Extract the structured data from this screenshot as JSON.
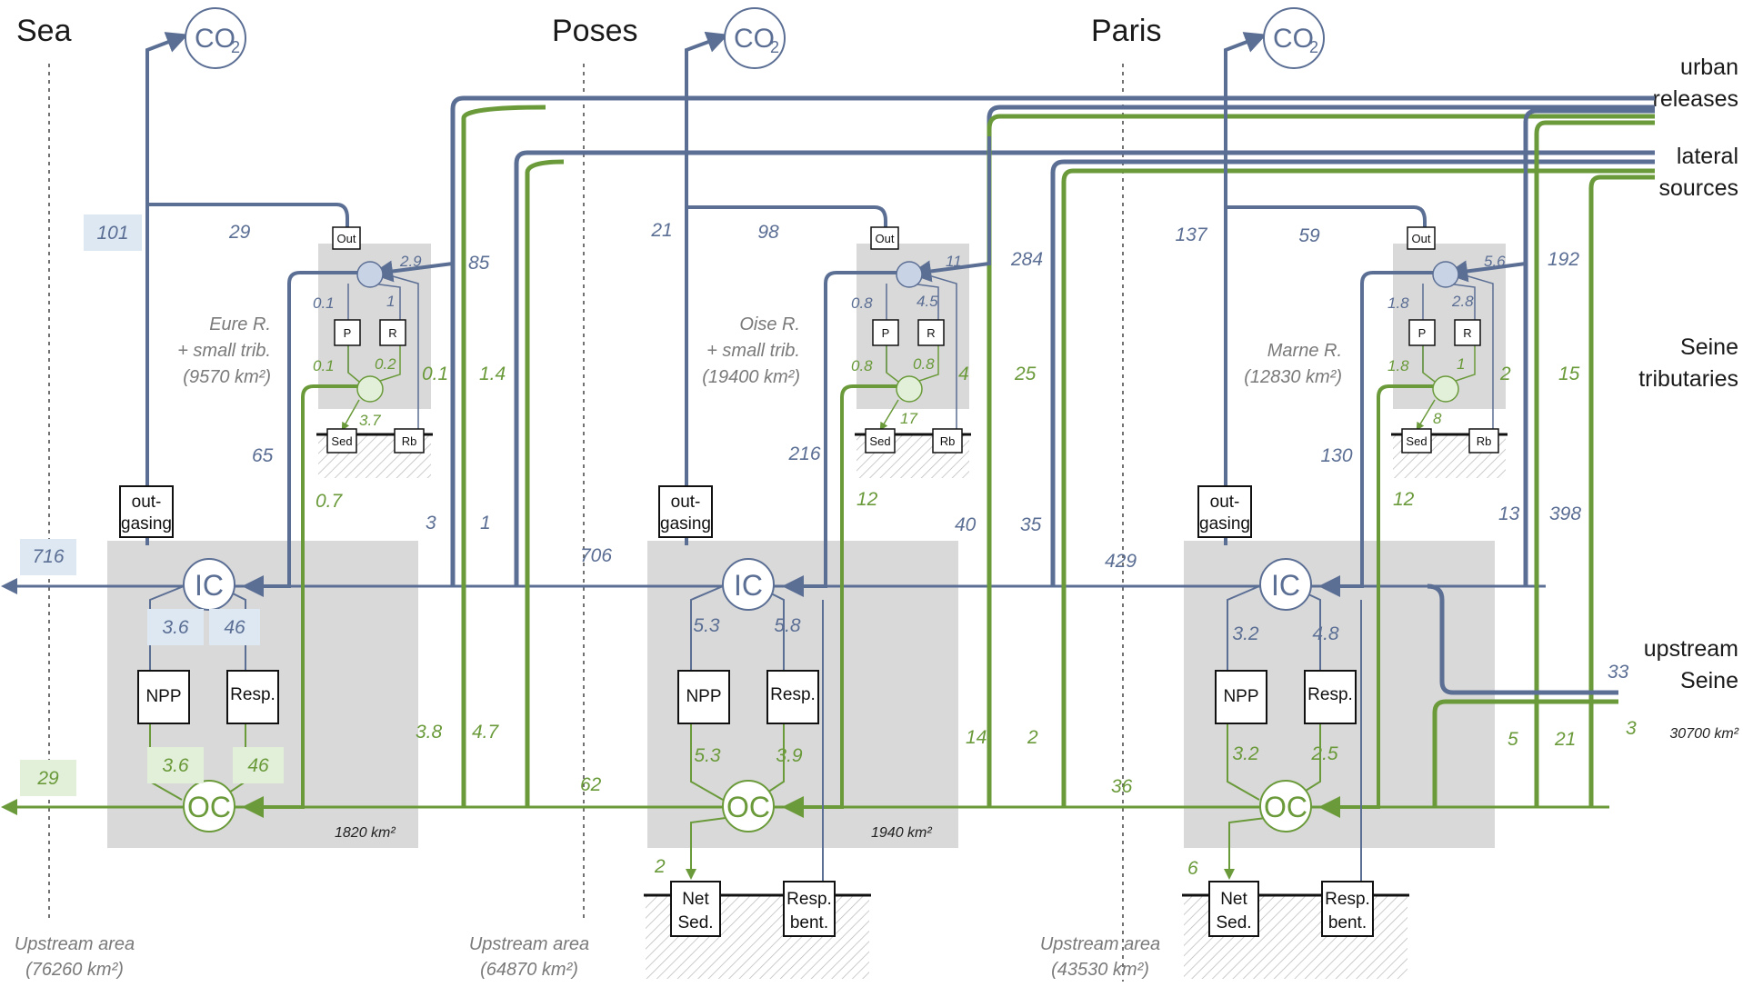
{
  "headers": {
    "sea": "Sea",
    "poses": "Poses",
    "paris": "Paris"
  },
  "co2_label": "CO",
  "co2_sub": "2",
  "right_labels": {
    "urban_1": "urban",
    "urban_2": "releases",
    "lateral_1": "lateral",
    "lateral_2": "sources",
    "trib_1": "Seine",
    "trib_2": "tributaries",
    "up_1": "upstream",
    "up_2": "Seine",
    "up_area": "30700 km²"
  },
  "upstream_area_label": "Upstream area",
  "reach1": {
    "trib_name": "Eure R.",
    "trib_small": "+ small trib.",
    "trib_area": "(9570 km²)",
    "box_area": "1820 km²",
    "upstream_area": "(76260 km²)",
    "outgassing_1": "out-",
    "outgassing_2": "gasing",
    "export_ic": "716",
    "export_oc": "29",
    "outgas_box": "101",
    "out_flux": "29",
    "ic_from_trib": "65",
    "trib_out": "2.9",
    "trib_p": "0.1",
    "trib_r": "1",
    "trib_pg": "0.1",
    "trib_rg": "0.2",
    "trib_sed": "3.7",
    "trib_urban_ic": "85",
    "trib_lat_ic": "0.1",
    "trib_lat_oc": "1.4",
    "trib_oc_out": "0.7",
    "lat_ic": "3",
    "urb_ic": "1",
    "lat_oc": "3.8",
    "urb_oc": "4.7",
    "npp_ic": "3.6",
    "resp_ic": "46",
    "npp_oc": "3.6",
    "resp_oc": "46"
  },
  "reach2": {
    "trib_name": "Oise R.",
    "trib_small": "+ small trib.",
    "trib_area": "(19400 km²)",
    "box_area": "1940 km²",
    "upstream_area": "(64870 km²)",
    "outgassing_1": "out-",
    "outgassing_2": "gasing",
    "ic_in": "706",
    "oc_in": "62",
    "outgas_flux": "21",
    "out_flux": "98",
    "ic_from_trib": "216",
    "trib_out": "11",
    "trib_p": "0.8",
    "trib_r": "4.5",
    "trib_pg": "0.8",
    "trib_rg": "0.8",
    "trib_sed": "17",
    "trib_urban_ic": "284",
    "trib_lat_ic": "4",
    "trib_lat_oc": "25",
    "trib_oc_out": "12",
    "lat_ic": "40",
    "urb_ic": "35",
    "lat_oc": "14",
    "urb_oc": "2",
    "npp_ic": "5.3",
    "resp_ic": "5.8",
    "npp_oc": "5.3",
    "resp_oc": "3.9",
    "sed": "2",
    "net_sed_1": "Net",
    "net_sed_2": "Sed.",
    "resp_b_1": "Resp.",
    "resp_b_2": "bent."
  },
  "reach3": {
    "trib_name": "Marne R.",
    "trib_area": "(12830 km²)",
    "upstream_area": "(43530 km²)",
    "outgassing_1": "out-",
    "outgassing_2": "gasing",
    "ic_in": "429",
    "oc_in": "36",
    "outgas_flux": "137",
    "out_flux": "59",
    "ic_from_trib": "130",
    "trib_out": "5.6",
    "trib_p": "1.8",
    "trib_r": "2.8",
    "trib_pg": "1.8",
    "trib_rg": "1",
    "trib_sed": "8",
    "trib_urban_ic": "192",
    "trib_lat_ic": "2",
    "trib_lat_oc": "15",
    "trib_oc_out": "12",
    "lat_ic": "13",
    "urb_ic": "398",
    "lat_oc": "5",
    "urb_oc": "21",
    "up_ic": "33",
    "up_oc": "3",
    "npp_ic": "3.2",
    "resp_ic": "4.8",
    "npp_oc": "3.2",
    "resp_oc": "2.5",
    "sed": "6",
    "net_sed_1": "Net",
    "net_sed_2": "Sed.",
    "resp_b_1": "Resp.",
    "resp_b_2": "bent."
  },
  "box_labels": {
    "ic": "IC",
    "oc": "OC",
    "npp": "NPP",
    "resp": "Resp.",
    "out": "Out",
    "p": "P",
    "r": "R",
    "sed": "Sed",
    "rb": "Rb"
  },
  "colors": {
    "ic": "#5b6e94",
    "oc": "#6a9a3a",
    "gray_box": "#d9d9d9",
    "light_blue": "#dde8f3",
    "light_green": "#e2efd9"
  }
}
